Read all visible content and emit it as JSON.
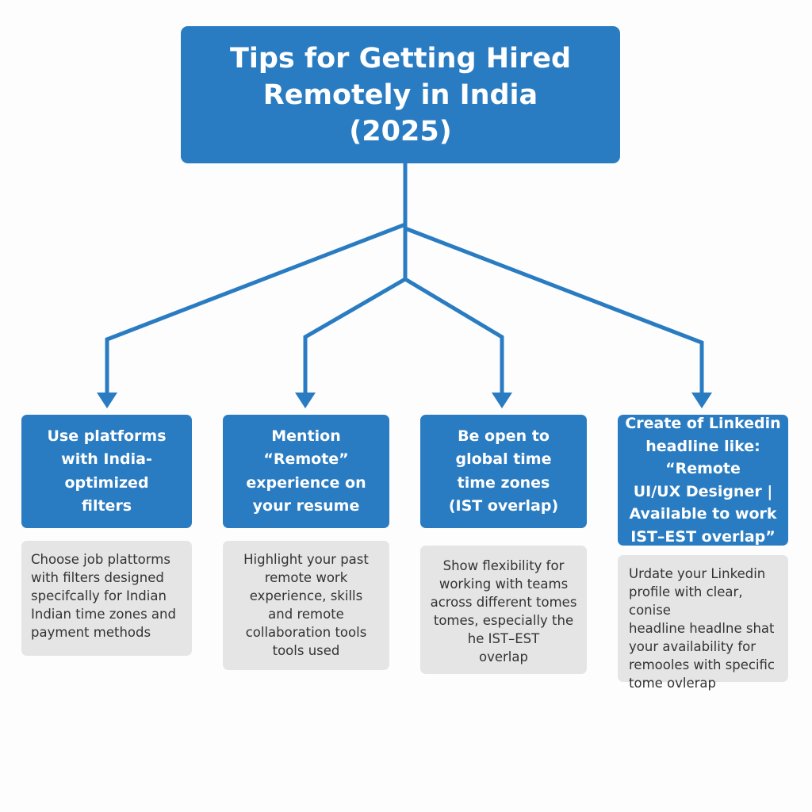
{
  "title": "Tips for Getting Hired\nRemotely in India\n(2025)",
  "colors": {
    "primary_blue": "#2a7cc2",
    "card_gray": "#e5e5e5",
    "body_text": "#333333",
    "background": "#fdfdfd"
  },
  "tips": [
    {
      "heading": "Use platforms\nwith India-\noptimized\nfilters",
      "description": "Choose job plattorms\nwith filters designed\nspecifcally for Indian\nIndian time zones and\npayment methods"
    },
    {
      "heading": "Mention\n“Remote”\nexperience on\nyour resume",
      "description": "Highlight your past\nremote work\nexperience, skills\nand remote\ncollaboration tools\ntools used"
    },
    {
      "heading": "Be open to\nglobal time\ntime zones\n(IST overlap)",
      "description": "Show flexibility for\nworking with teams\nacross different tomes\ntomes, especially the\nhe IST–EST\noverlap"
    },
    {
      "heading": "Create of Linkedin\nheadline like: “Remote\nUI/UX Designer |\nAvailable to work\nIST–EST overlap”",
      "description": "Urdate your Linkedin\nprofile with clear, conise\nheadline headlne shat\nyour availability for\nremooles with specific\ntome ovlerap"
    }
  ]
}
